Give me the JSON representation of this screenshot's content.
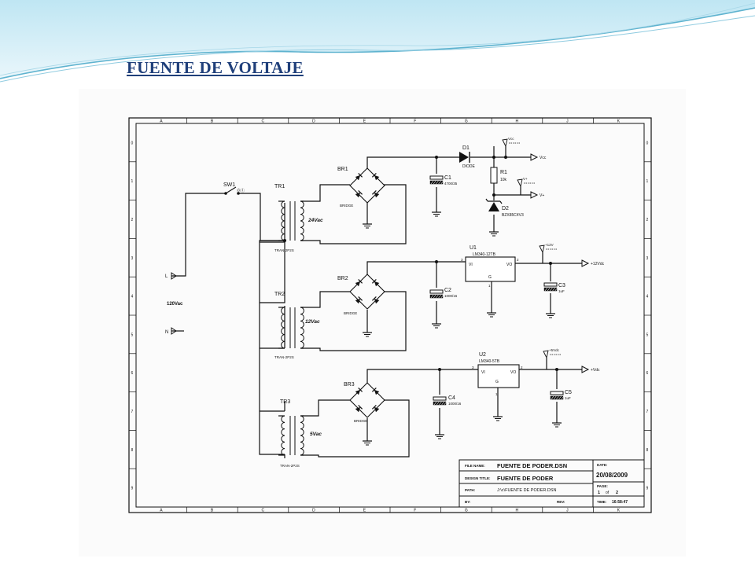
{
  "slide": {
    "title": "FUENTE DE VOLTAJE"
  },
  "frame": {
    "col_labels": [
      "A",
      "B",
      "C",
      "D",
      "E",
      "F",
      "G",
      "H",
      "J",
      "K"
    ],
    "row_labels": [
      "0",
      "1",
      "2",
      "3",
      "4",
      "5",
      "6",
      "7",
      "8",
      "9"
    ]
  },
  "circuit": {
    "inputs": {
      "L": "L",
      "N": "N",
      "voltage": "120Vac"
    },
    "sw1": {
      "ref": "SW1"
    },
    "transformers": [
      {
        "ref": "TR1",
        "part": "TRAN-2P2S",
        "out": "24Vac"
      },
      {
        "ref": "TR2",
        "part": "TRAN-2P2S",
        "out": "12Vac"
      },
      {
        "ref": "TR3",
        "part": "TRAN-2P2S",
        "out": "5Vac"
      }
    ],
    "bridges": [
      {
        "ref": "BR1",
        "part": "BRIDGE"
      },
      {
        "ref": "BR2",
        "part": "BRIDGE"
      },
      {
        "ref": "BR3",
        "part": "BRIDGE"
      }
    ],
    "caps": {
      "c1": {
        "ref": "C1",
        "value": "4700/35"
      },
      "c2": {
        "ref": "C2",
        "value": "1000/16"
      },
      "c3": {
        "ref": "C3",
        "value": "1uF"
      },
      "c4": {
        "ref": "C4",
        "value": "1000/16"
      },
      "c5": {
        "ref": "C5",
        "value": "1uF"
      }
    },
    "d1": {
      "ref": "D1",
      "part": "DIODE"
    },
    "r1": {
      "ref": "R1",
      "value": "10k"
    },
    "d2": {
      "ref": "D2",
      "part": "BZX85C4V3"
    },
    "u1": {
      "ref": "U1",
      "part": "LM340-12TB",
      "vi": "VI",
      "vo": "VO",
      "g": "G",
      "pin_in": "3",
      "pin_out": "2",
      "pin_g": "1"
    },
    "u2": {
      "ref": "U2",
      "part": "LM340-5TB",
      "vi": "VI",
      "vo": "VO",
      "g": "G",
      "pin_in": "3",
      "pin_out": "2",
      "pin_g": "1"
    },
    "outputs": {
      "vcc_probe": "Vcc",
      "vcc_out": "Vcc",
      "vplus_probe": "V+",
      "vplus_out": "V+",
      "p12_probe": "+12V",
      "p12_out": "+12Vdc",
      "p5_probe": "+5Vdc",
      "p5_out": "+Vdc"
    }
  },
  "title_block": {
    "file_name_label": "FILE NAME:",
    "file_name": "FUENTE DE PODER.DSN",
    "design_title_label": "DESIGN TITLE:",
    "design_title": "FUENTE DE PODER",
    "path_label": "PATH:",
    "path": "J:\\c\\FUENTE DE PODER.DSN",
    "by_label": "BY:",
    "rev_label": "REV:",
    "date_label": "DATE:",
    "date": "20/08/2009",
    "page_label": "PAGE:",
    "page": "1",
    "of_label": "of",
    "page_total": "2",
    "time_label": "TIME:",
    "time": "16:58:47"
  }
}
